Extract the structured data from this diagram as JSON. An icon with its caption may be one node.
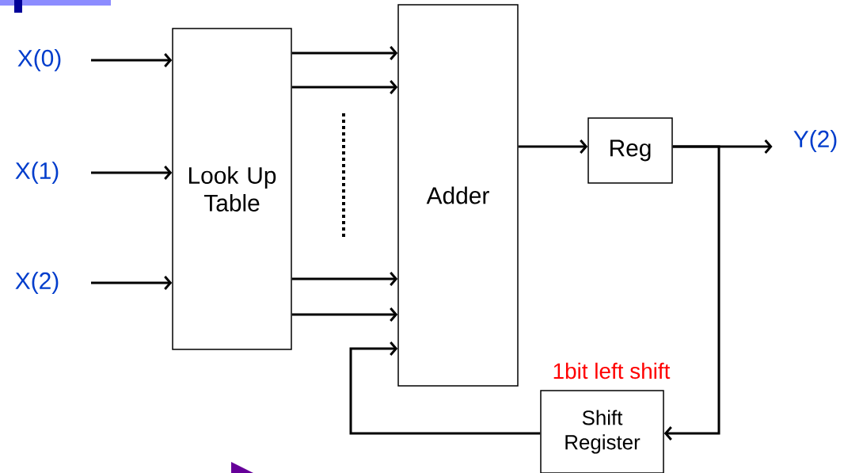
{
  "diagram": {
    "nodes": [
      {
        "text": [
          "X(0)"
        ]
      },
      {
        "text": [
          "X(1)"
        ]
      },
      {
        "text": [
          "X(2)"
        ]
      },
      {
        "text": [
          "Look Up Table"
        ]
      },
      {
        "text": [
          "Adder"
        ]
      },
      {
        "text": [
          "Reg"
        ]
      },
      {
        "text": [
          "Y(2)"
        ]
      },
      {
        "text": [
          "Shift Register"
        ],
        "beside": [
          "1bit left shift"
        ]
      }
    ],
    "edges": [
      {
        "from": 0,
        "to": 3,
        "arrow": "to"
      },
      {
        "from": 1,
        "to": 3,
        "arrow": "to"
      },
      {
        "from": 2,
        "to": 3,
        "arrow": "to"
      },
      {
        "from": 3,
        "to": 4,
        "arrow": "to"
      },
      {
        "from": 3,
        "to": 4,
        "arrow": "to"
      },
      {
        "from": 3,
        "to": 4,
        "arrow": "to"
      },
      {
        "from": 3,
        "to": 4,
        "arrow": "to"
      },
      {
        "from": 4,
        "to": 5,
        "arrow": "to"
      },
      {
        "from": 5,
        "to": 6,
        "arrow": "to"
      },
      {
        "from": 5,
        "to": 7,
        "arrow": "to"
      },
      {
        "from": 7,
        "to": 4,
        "arrow": "to"
      }
    ]
  }
}
